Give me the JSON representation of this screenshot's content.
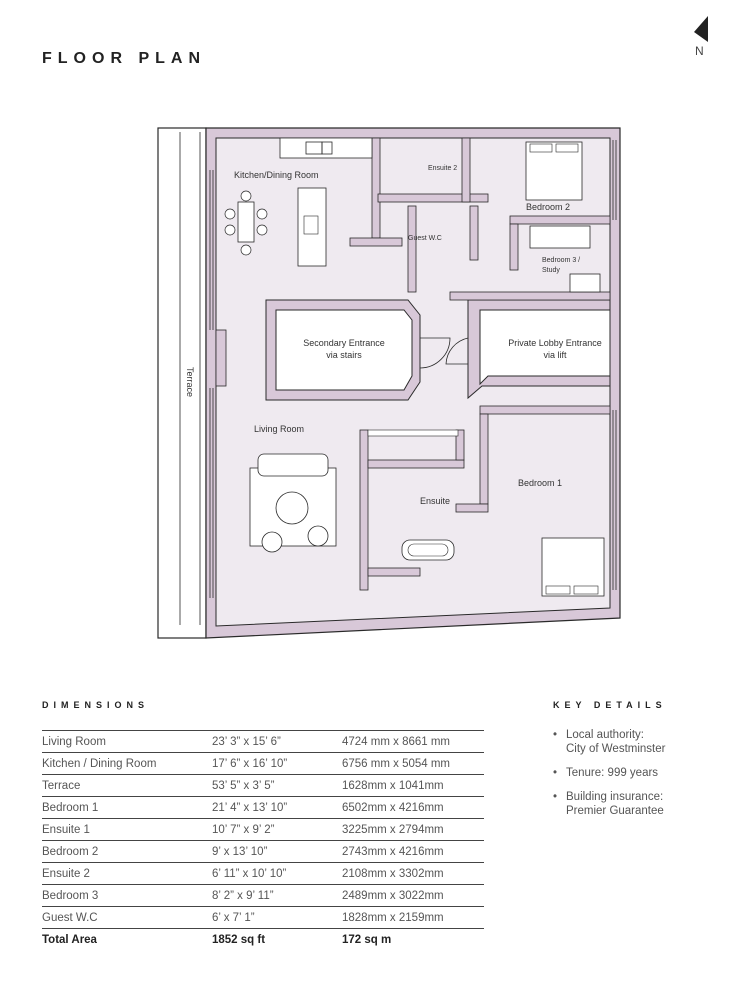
{
  "header": {
    "title": "FLOOR PLAN",
    "compass_label": "N"
  },
  "plan": {
    "rooms": {
      "kitchen": "Kitchen/Dining Room",
      "ensuite2": "Ensuite 2",
      "bedroom2": "Bedroom 2",
      "guest_wc": "Guest W.C",
      "bedroom3_line1": "Bedroom 3 /",
      "bedroom3_line2": "Study",
      "secondary_line1": "Secondary Entrance",
      "secondary_line2": "via stairs",
      "lobby_line1": "Private Lobby Entrance",
      "lobby_line2": "via lift",
      "terrace": "Terrace",
      "living": "Living Room",
      "ensuite": "Ensuite",
      "bedroom1": "Bedroom 1"
    },
    "colors": {
      "wall": "#d8c8d8",
      "floor": "#efeaf0",
      "line": "#2a2a2a"
    }
  },
  "dimensions": {
    "heading": "DIMENSIONS",
    "rows": [
      {
        "room": "Living Room",
        "imperial": "23’ 3” x 15’ 6”",
        "metric": "4724 mm x 8661 mm"
      },
      {
        "room": "Kitchen / Dining Room",
        "imperial": "17’ 6” x 16’ 10”",
        "metric": "6756 mm x 5054 mm"
      },
      {
        "room": "Terrace",
        "imperial": "53’ 5” x 3’ 5”",
        "metric": "1628mm x 1041mm"
      },
      {
        "room": "Bedroom 1",
        "imperial": "21’ 4” x 13’ 10”",
        "metric": "6502mm x 4216mm"
      },
      {
        "room": "Ensuite 1",
        "imperial": "10’ 7” x 9’ 2”",
        "metric": "3225mm x 2794mm"
      },
      {
        "room": "Bedroom 2",
        "imperial": "9’ x 13’ 10”",
        "metric": "2743mm x 4216mm"
      },
      {
        "room": "Ensuite 2",
        "imperial": "6’ 11” x 10’ 10”",
        "metric": "2108mm x 3302mm"
      },
      {
        "room": "Bedroom 3",
        "imperial": "8’ 2” x 9’ 11”",
        "metric": "2489mm x 3022mm"
      },
      {
        "room": "Guest W.C",
        "imperial": "6’ x 7’ 1”",
        "metric": "1828mm x 2159mm"
      }
    ],
    "total": {
      "room": "Total Area",
      "imperial": "1852 sq ft",
      "metric": "172 sq m"
    }
  },
  "key_details": {
    "heading": "KEY DETAILS",
    "items": [
      {
        "line1": "Local authority:",
        "line2": "City of Westminster"
      },
      {
        "line1": "Tenure: 999 years",
        "line2": ""
      },
      {
        "line1": "Building insurance:",
        "line2": "Premier Guarantee"
      }
    ]
  }
}
